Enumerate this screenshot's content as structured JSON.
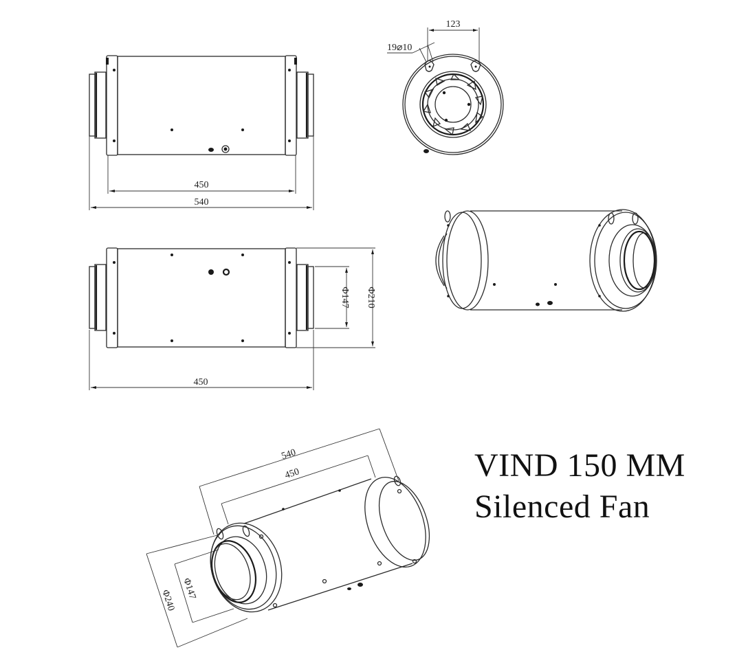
{
  "drawing": {
    "title_line1": "VIND 150 MM",
    "title_line2": "Silenced Fan",
    "units": "mm"
  },
  "views": {
    "side_top": {
      "dim_inner_length": "450",
      "dim_outer_length": "540"
    },
    "front": {
      "dim_hanger_spacing": "123",
      "dim_hanger_hole": "19⌀10"
    },
    "side_bottom": {
      "dim_length": "450",
      "dim_duct_diameter": "Φ147",
      "dim_body_diameter": "Φ210"
    },
    "isometric": {
      "dim_outer_length": "540",
      "dim_inner_length": "450",
      "dim_duct_diameter": "Φ147",
      "dim_body_diameter": "Φ240"
    }
  },
  "colors": {
    "line": "#2a2a2a",
    "background": "#ffffff"
  }
}
